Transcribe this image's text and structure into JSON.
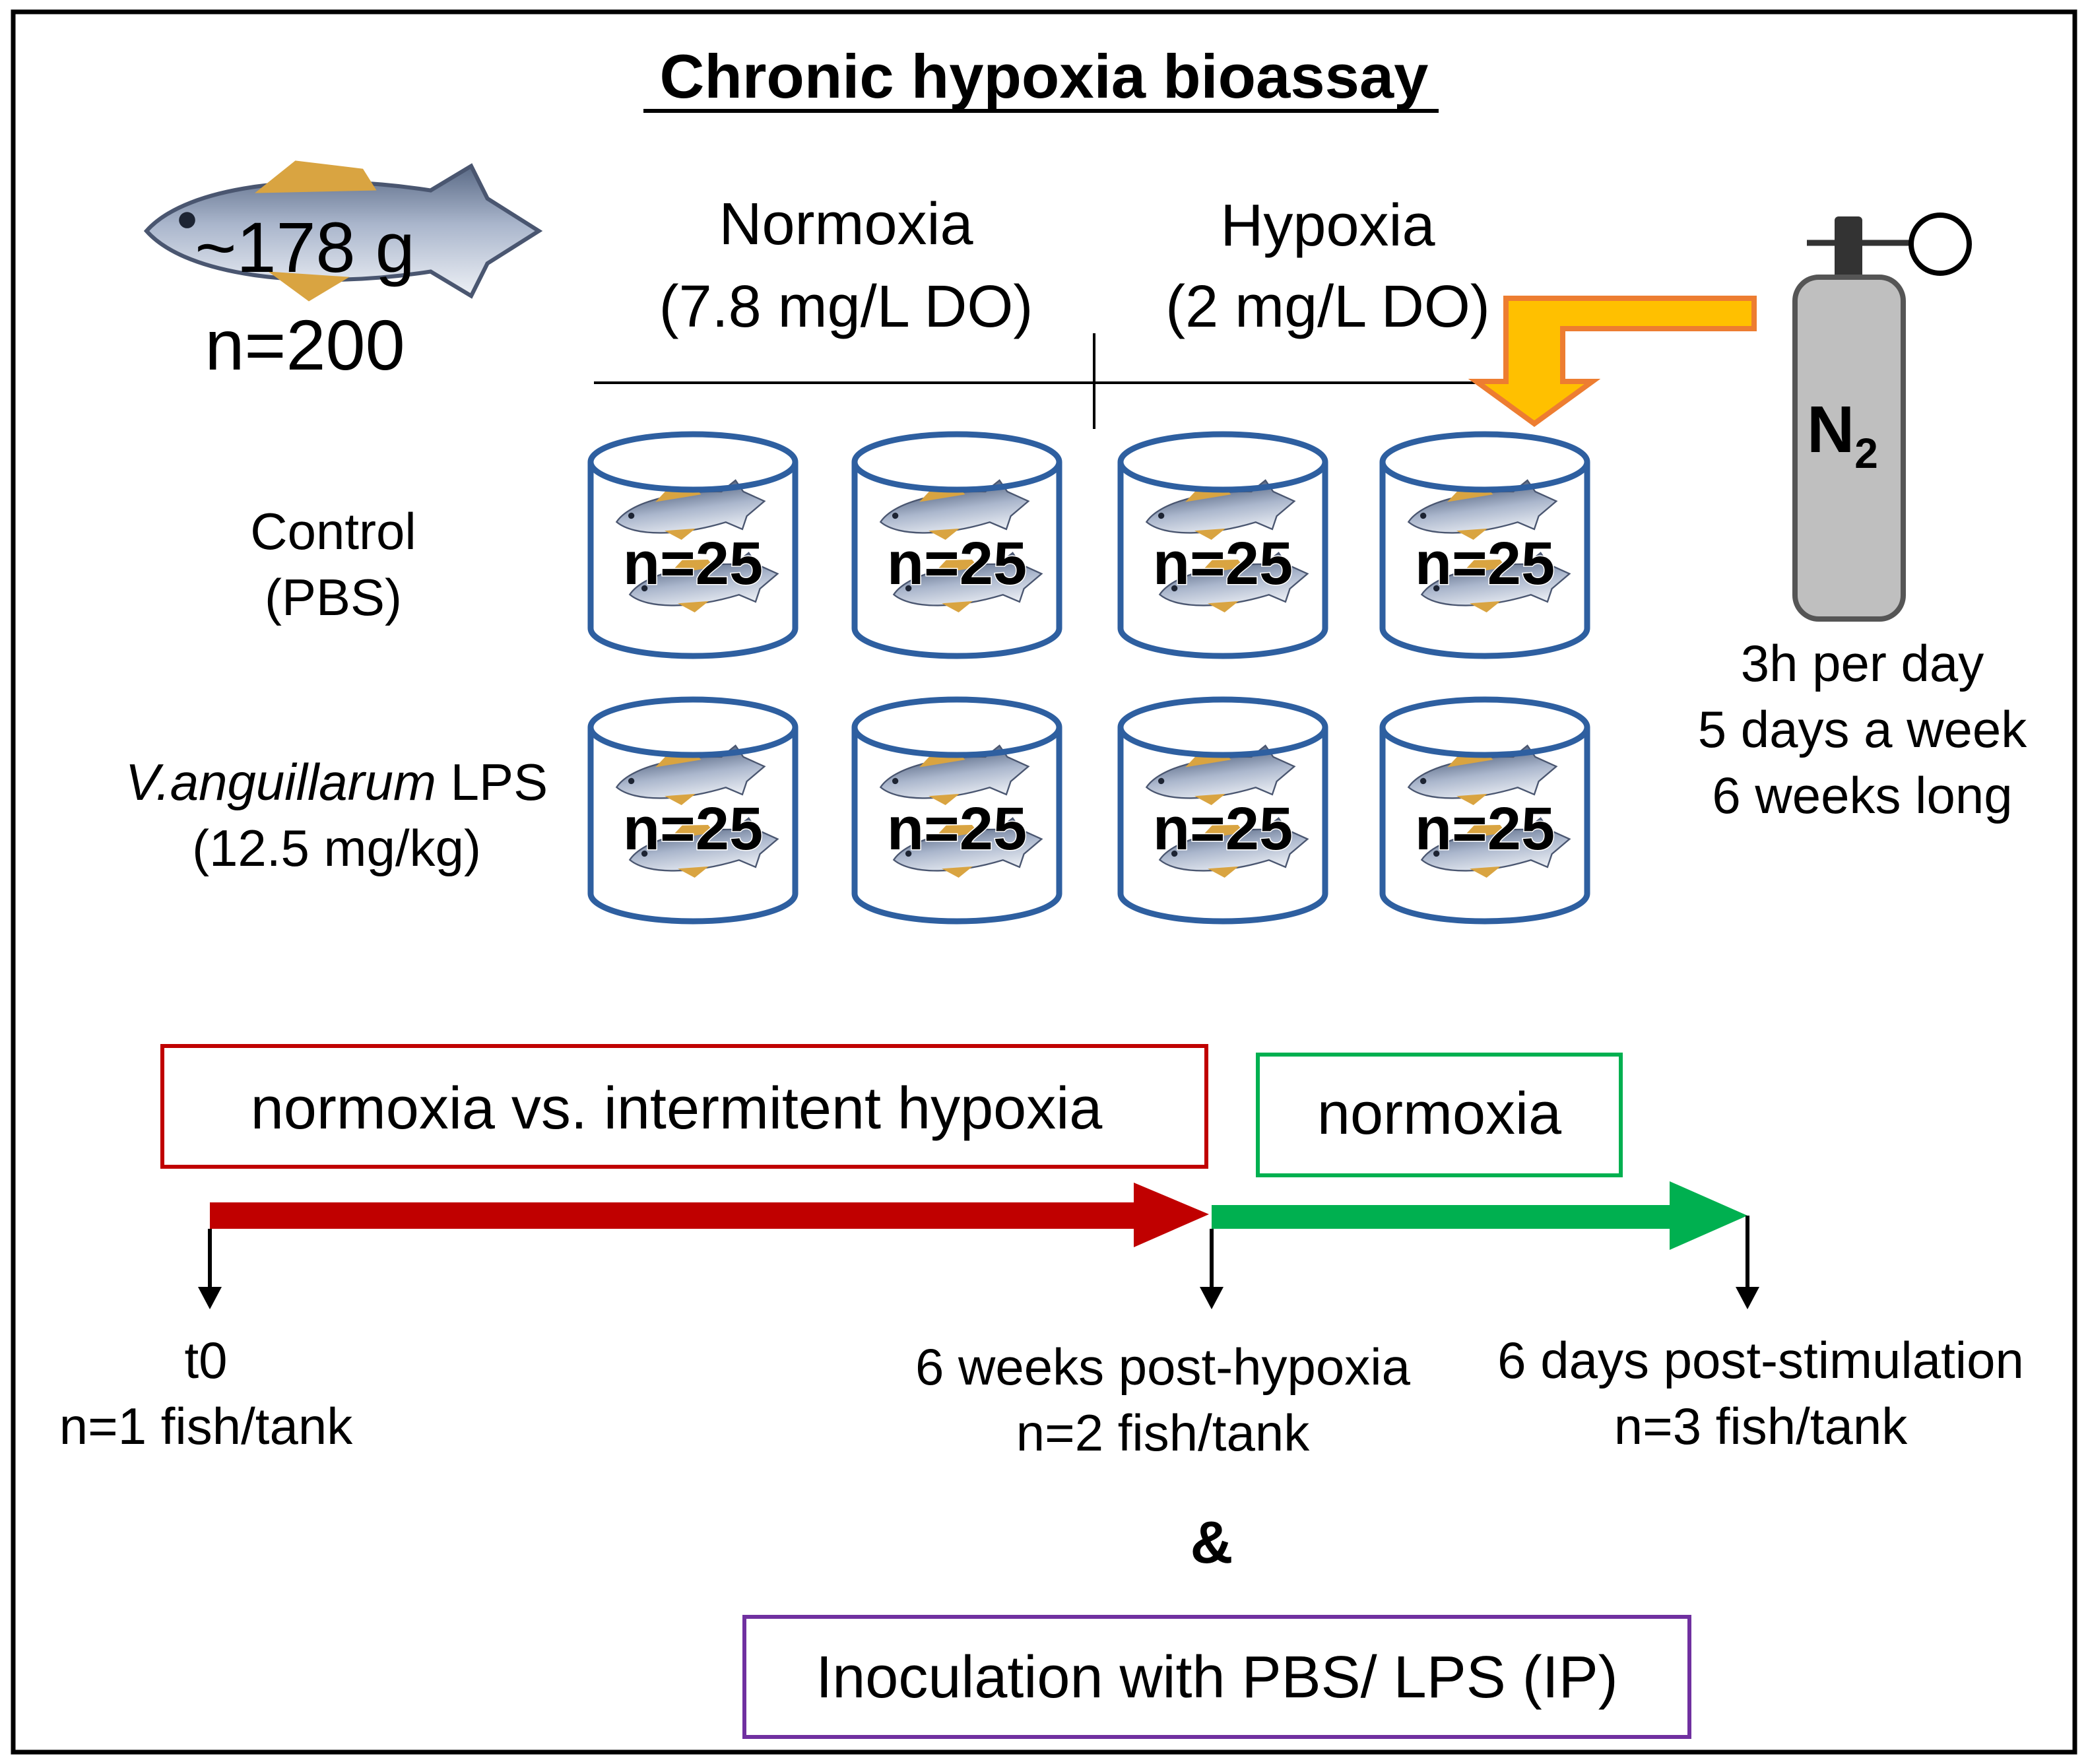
{
  "title": "Chronic hypoxia bioassay",
  "fish_info": {
    "weight": "~178 g",
    "count": "n=200"
  },
  "conditions": [
    {
      "name": "Normoxia",
      "detail": "(7.8 mg/L DO)"
    },
    {
      "name": "Hypoxia",
      "detail": "(2 mg/L DO)"
    }
  ],
  "groups": [
    {
      "label_italic": "",
      "label": "Control",
      "detail": "(PBS)"
    },
    {
      "label_italic": "V.anguillarum",
      "label": " LPS",
      "detail": "(12.5 mg/kg)"
    }
  ],
  "tank_count": "n=25",
  "gas": {
    "symbol": "N",
    "subscript": "2"
  },
  "schedule": [
    "3h per day",
    "5 days a week",
    "6 weeks long"
  ],
  "phases": [
    {
      "label": "normoxia vs. intermitent hypoxia",
      "color": "#c00000",
      "border": "#c00000"
    },
    {
      "label": "normoxia",
      "color": "#00b050",
      "border": "#00b050"
    }
  ],
  "sampling": [
    {
      "time": "t0",
      "detail": "n=1 fish/tank"
    },
    {
      "time": "6 weeks post-hypoxia",
      "detail": "n=2 fish/tank"
    },
    {
      "time": "6 days post-stimulation",
      "detail": "n=3 fish/tank"
    }
  ],
  "ampersand": "&",
  "inoculation": {
    "label": "Inoculation with PBS/ LPS (IP)",
    "border": "#7030a0"
  },
  "colors": {
    "tank": "#2e5fa0",
    "arrow_fill": "#ffc000",
    "arrow_stroke": "#ed7d31",
    "cylinder": "#bfbfbf"
  }
}
